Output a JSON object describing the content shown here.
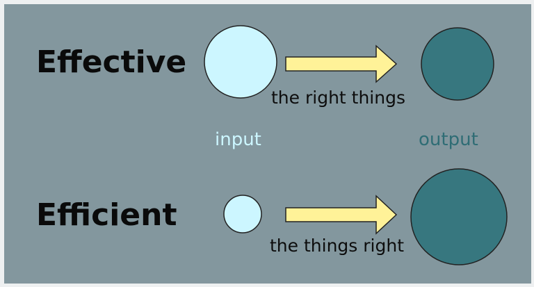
{
  "rows": [
    {
      "term": "Effective",
      "caption": "the right things",
      "input_icon": "circle-large",
      "output_icon": "circle-medium"
    },
    {
      "term": "Efficient",
      "caption": "the things right",
      "input_icon": "circle-small",
      "output_icon": "circle-large"
    }
  ],
  "labels": {
    "input": "input",
    "output": "output"
  },
  "colors": {
    "background": "#83979e",
    "input_fill": "#ccf6ff",
    "output_fill": "#37777f",
    "arrow_fill": "#fff298",
    "text": "#0a0a0a",
    "input_label": "#ccf6ff",
    "output_label": "#2f6d75"
  }
}
